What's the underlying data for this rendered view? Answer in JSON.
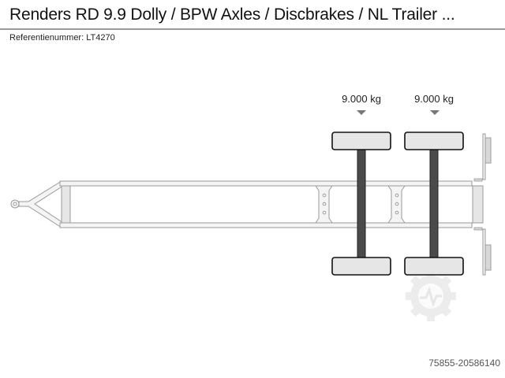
{
  "header": {
    "title": "Renders RD 9.9 Dolly / BPW Axles / Discbrakes / NL Trailer ...",
    "reference_label": "Referentienummer: LT4270"
  },
  "diagram": {
    "type": "trailer-axle-layout",
    "axle_count": 2,
    "axles": [
      {
        "index": 1,
        "load": "9.000 kg"
      },
      {
        "index": 2,
        "load": "9.000 kg"
      }
    ],
    "icons": [
      "drawbar-eye-icon",
      "load-arrow-icon",
      "wheel-icon",
      "watermark-gear-icon"
    ],
    "colors": {
      "frame_stroke": "#9a9a9a",
      "frame_fill": "#f4f4f4",
      "axle": "#4a4a4a",
      "wheel_fill": "#e6e6e6",
      "wheel_stroke": "#111111",
      "arrow": "#777777"
    }
  },
  "footer": {
    "code": "75855-20586140"
  }
}
